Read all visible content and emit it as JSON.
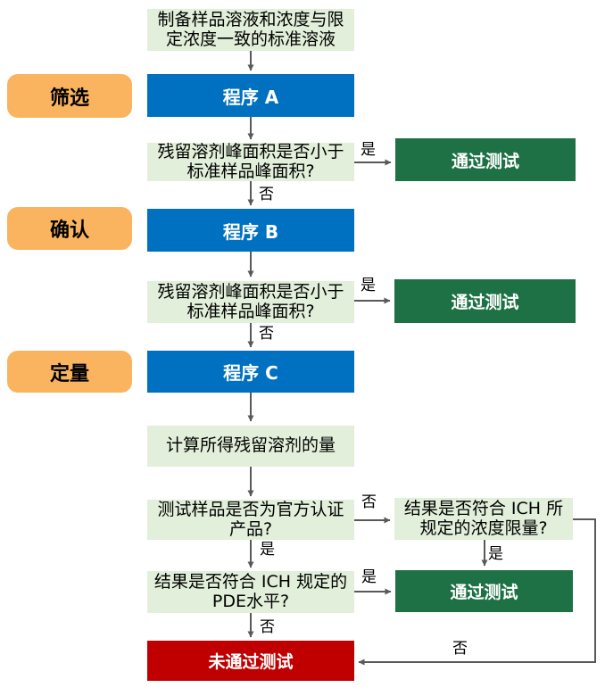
{
  "stages": [
    {
      "label": "筛选"
    },
    {
      "label": "确认"
    },
    {
      "label": "定量"
    }
  ],
  "nodes": {
    "start": {
      "text": "制备样品溶液和浓度与限定浓度一致的标准溶液",
      "type": "process"
    },
    "proc_a": {
      "text": "程序 A",
      "type": "procedure"
    },
    "dec1": {
      "text": "残留溶剂峰面积是否小于标准样品峰面积?",
      "type": "decision"
    },
    "pass1": {
      "text": "通过测试",
      "type": "pass"
    },
    "proc_b": {
      "text": "程序 B",
      "type": "procedure"
    },
    "dec2": {
      "text": "残留溶剂峰面积是否小于标准样品峰面积?",
      "type": "decision"
    },
    "pass2": {
      "text": "通过测试",
      "type": "pass"
    },
    "proc_c": {
      "text": "程序 C",
      "type": "procedure"
    },
    "calc": {
      "text": "计算所得残留溶剂的量",
      "type": "process"
    },
    "dec3": {
      "text": "测试样品是否为官方认证产品?",
      "type": "decision"
    },
    "dec_ich_limit": {
      "text": "结果是否符合 ICH 所规定的浓度限量?",
      "type": "decision"
    },
    "pass3": {
      "text": "通过测试",
      "type": "pass"
    },
    "dec4": {
      "text": "结果是否符合 ICH 规定的PDE水平?",
      "type": "decision"
    },
    "fail": {
      "text": "未通过测试",
      "type": "fail"
    }
  },
  "edge_labels": {
    "yes": "是",
    "no": "否"
  },
  "colors": {
    "procedure_blue": "#0070c0",
    "pass_green": "#1e7145",
    "fail_red": "#c00000",
    "decision_light_green": "#e2efda",
    "stage_orange": "#fab45f",
    "arrow_gray": "#595959"
  }
}
